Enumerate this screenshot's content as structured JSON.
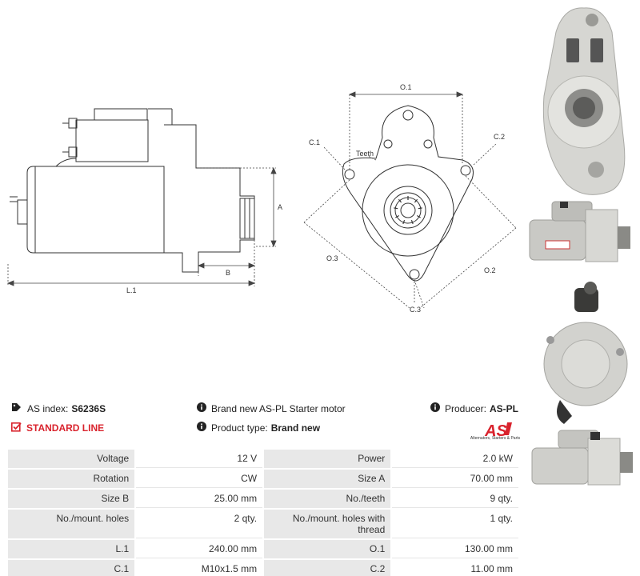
{
  "drawing": {
    "labels": {
      "A": "A",
      "B": "B",
      "L1": "L.1",
      "O1": "O.1",
      "O2": "O.2",
      "O3": "O.3",
      "C1": "C.1",
      "C2": "C.2",
      "C3": "C.3",
      "teeth": "Teeth"
    }
  },
  "header": {
    "as_index_label": "AS index:",
    "as_index_value": "S6236S",
    "description": "Brand new AS-PL Starter motor",
    "producer_label": "Producer:",
    "producer_value": "AS-PL",
    "line": "STANDARD LINE",
    "product_type_label": "Product type:",
    "product_type_value": "Brand new"
  },
  "logo": {
    "mark": "AS",
    "tagline": "Alternators, Starters & Parts",
    "color": "#d9232d"
  },
  "specs": [
    [
      "Voltage",
      "12 V",
      "Power",
      "2.0 kW"
    ],
    [
      "Rotation",
      "CW",
      "Size A",
      "70.00 mm"
    ],
    [
      "Size B",
      "25.00 mm",
      "No./teeth",
      "9 qty."
    ],
    [
      "No./mount. holes",
      "2 qty.",
      "No./mount. holes with thread",
      "1 qty."
    ],
    [
      "L.1",
      "240.00 mm",
      "O.1",
      "130.00 mm"
    ],
    [
      "C.1",
      "M10x1.5 mm",
      "C.2",
      "11.00 mm"
    ]
  ]
}
